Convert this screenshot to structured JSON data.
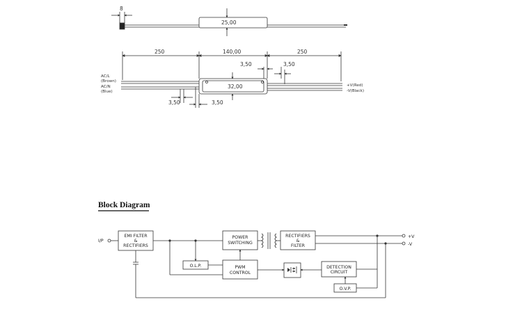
{
  "mechanical": {
    "dims": {
      "lead_width": "8",
      "body_height_top": "25,00",
      "lead_left": "250",
      "body_length": "140,00",
      "lead_right": "250",
      "pin_offset_top_left": "3,50",
      "pin_offset_top_right": "3,50",
      "body_height": "32,00",
      "pin_offset_bottom_left": "3,50",
      "pin_offset_bottom_right": "3,50"
    },
    "wires": {
      "ac_l": "AC/L",
      "ac_l_color": "(Brown)",
      "ac_n": "AC/N",
      "ac_n_color": "(Blue)",
      "v_pos": "+V(Red)",
      "v_neg": "-V(Black)"
    }
  },
  "block_diagram": {
    "title": "Block Diagram",
    "input_label": "I/P",
    "emi": [
      "EMI FILTER",
      "&",
      "RECTIFIERS"
    ],
    "power": [
      "POWER",
      "SWITCHING"
    ],
    "rect_filter": [
      "RECTIFIERS",
      "&",
      "FILTER"
    ],
    "olp": "O.L.P.",
    "pwm": [
      "PWM",
      "CONTROL"
    ],
    "detection": [
      "DETECTION",
      "CIRCUIT"
    ],
    "ovp": "O.V.P.",
    "out_pos": "+V",
    "out_neg": "-V"
  }
}
